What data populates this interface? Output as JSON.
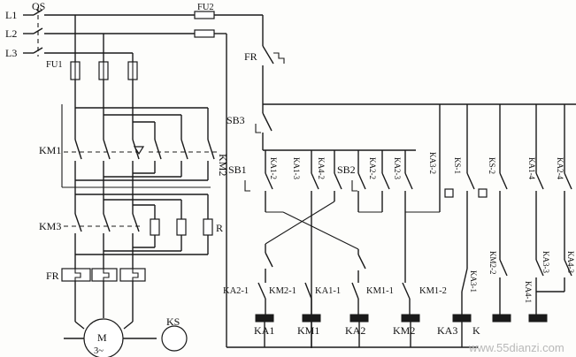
{
  "power": {
    "lines": [
      "L1",
      "L2",
      "L3"
    ],
    "qs": "QS",
    "fu1": "FU1",
    "fu2": "FU2",
    "km1": "KM1",
    "km2": "KM2",
    "km3": "KM3",
    "r": "R",
    "fr": "FR",
    "motor": "M",
    "motor_sub": "3~",
    "ks": "KS"
  },
  "control": {
    "fr": "FR",
    "sb3": "SB3",
    "sb1": "SB1",
    "sb2": "SB2",
    "top_contacts": [
      "KA1-2",
      "KA1-3",
      "KA4-2",
      "KA2-2",
      "KA2-3",
      "KA3-2",
      "KS-1",
      "KS-2",
      "KA1-4",
      "KA2-4"
    ],
    "mid_contacts": [
      "KA2-1",
      "KM2-1",
      "KA1-1",
      "KM1-1",
      "KM1-2"
    ],
    "right_contacts": [
      "KA3-1",
      "KM2-2",
      "KA4-1",
      "KA3-3",
      "KA4-3"
    ],
    "coils": [
      "KA1",
      "KM1",
      "KA2",
      "KM2",
      "KA3",
      "K"
    ]
  },
  "watermark": "www.55dianzi.com"
}
